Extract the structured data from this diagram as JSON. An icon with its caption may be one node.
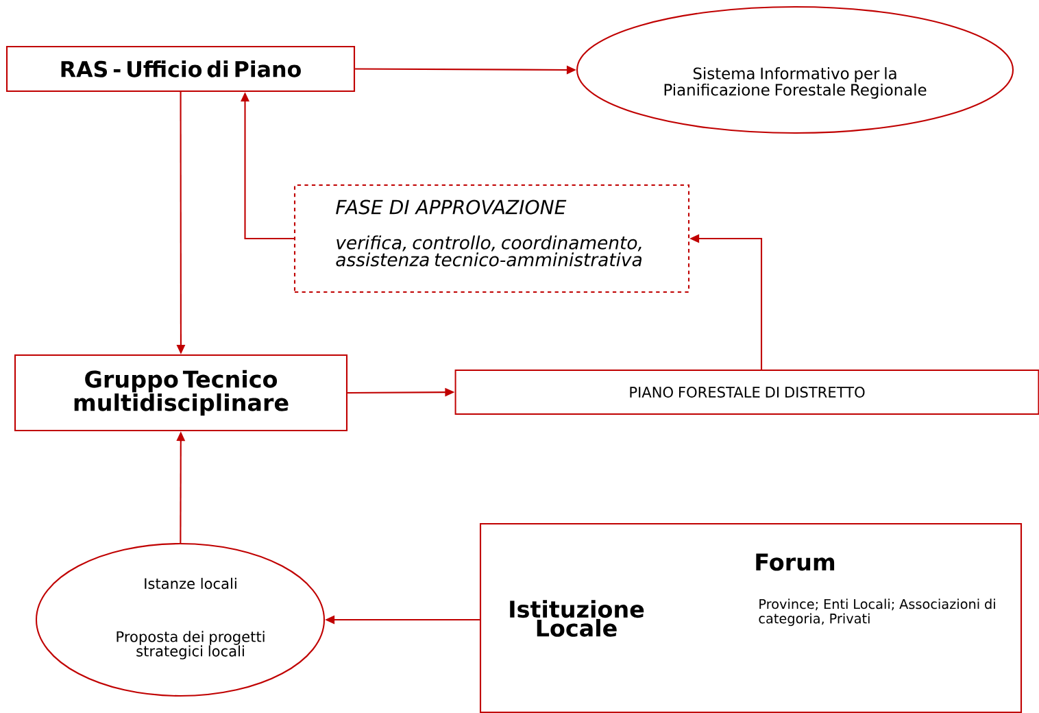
{
  "diagram": {
    "nodes": [
      {
        "text": [
          "RAS - Ufficio di Piano"
        ]
      },
      {
        "text": [
          "Sistema Informativo per la Pianificazione Forestale Regionale"
        ]
      },
      {
        "text": [
          "FASE DI APPROVAZIONE",
          "verifica, controllo, coordinamento, assistenza tecnico-amministrativa"
        ]
      },
      {
        "text": [
          "Gruppo Tecnico multidisciplinare"
        ]
      },
      {
        "text": [
          "PIANO FORESTALE DI DISTRETTO"
        ]
      },
      {
        "text": [
          "Istanze locali",
          "Proposta dei progetti strategici locali"
        ]
      },
      {
        "text": [
          "Istituzione Locale",
          "Forum",
          "Province; Enti Locali; Associazioni di categoria, Privati"
        ]
      }
    ],
    "edges": [
      {
        "from": 0,
        "to": 1,
        "arrow": "to"
      },
      {
        "from": 0,
        "to": 3,
        "arrow": "to"
      },
      {
        "from": 2,
        "to": 0,
        "arrow": "to"
      },
      {
        "from": 3,
        "to": 4,
        "arrow": "to"
      },
      {
        "from": 4,
        "to": 2,
        "arrow": "to"
      },
      {
        "from": 5,
        "to": 3,
        "arrow": "to"
      },
      {
        "from": 6,
        "to": 5,
        "arrow": "to"
      }
    ]
  }
}
